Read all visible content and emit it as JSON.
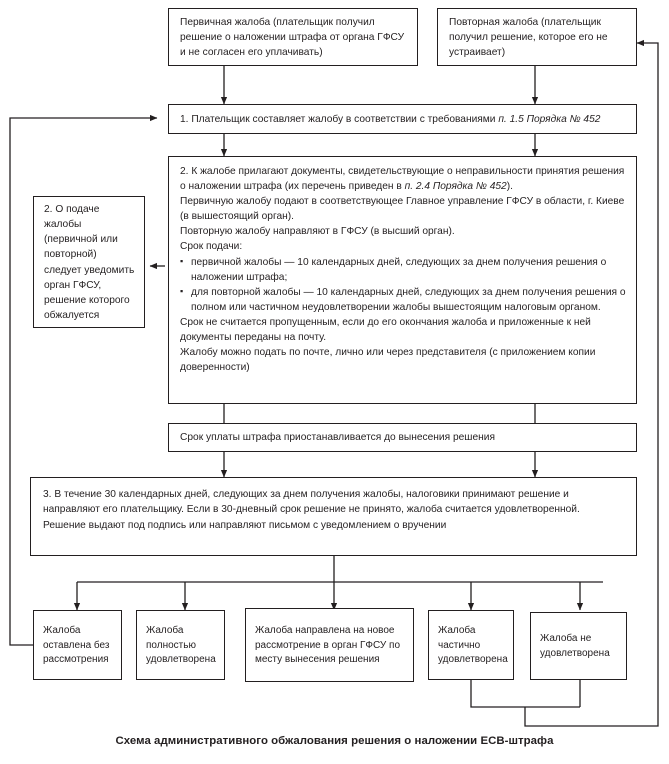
{
  "diagram": {
    "caption": "Схема административного обжалования решения о наложении ЕСВ-штрафа",
    "line_color": "#231f20",
    "text_color": "#231f20",
    "background": "#ffffff"
  },
  "nodes": {
    "primary_complaint": {
      "text": "Первичная жалоба (плательщик получил решение о наложении штрафа от органа ГФСУ и не согласен его уплачивать)"
    },
    "repeat_complaint": {
      "text": "Повторная жалоба (плательщик получил решение, которое его не устраивает)"
    },
    "step1": {
      "text_plain": "1. Плательщик составляет жалобу в соответствии с требованиями ",
      "text_italic": "п. 1.5 Порядка № 452"
    },
    "notify_box": {
      "text": "2. О подаче жалобы (первичной или повторной) следует уведомить орган ГФСУ, решение которого обжалуется"
    },
    "step2": {
      "line1_a": "2. К жалобе прилагают документы, свидетельствующие о неправильности принятия решения о наложении штрафа (их перечень приведен в ",
      "line1_it": "п. 2.4 Порядка № 452",
      "line1_b": ").",
      "line2": "Первичную жалобу подают в соответствующее Главное управление ГФСУ в области, г. Киеве (в вышестоящий орган).",
      "line3": "Повторную жалобу направляют в ГФСУ (в высший орган).",
      "line4": "Срок подачи:",
      "bullet1": "первичной жалобы — 10 календарных дней, следующих за днем получения решения о наложении штрафа;",
      "bullet2": "для повторной жалобы — 10 календарных дней, следующих за днем получения решения о полном или частичном неудовлетворении жалобы вышестоящим налоговым органом.",
      "line5": "Срок не считается пропущенным, если до его окончания жалоба и приложенные к ней документы переданы на почту.",
      "line6": "Жалобу можно подать по почте, лично или через представителя (с приложением копии доверенности)"
    },
    "suspend": {
      "text": "Срок уплаты штрафа приостанавливается до вынесения решения"
    },
    "step3": {
      "line1": "3. В течение 30 календарных дней, следующих за днем получения жалобы, налоговики принимают решение и направляют его плательщику. Если в 30-дневный срок решение не принято, жалоба считается удовлетворенной.",
      "line2": "Решение выдают под подпись или направляют письмом с уведомлением о вручении"
    }
  },
  "outcomes": [
    {
      "id": "left-unconsidered",
      "text": "Жалоба оставлена без рассмотрения"
    },
    {
      "id": "fully-satisfied",
      "text": "Жалоба полностью удовлетворена"
    },
    {
      "id": "sent-for-review",
      "text": "Жалоба направлена на новое рассмотрение в орган ГФСУ по месту вынесения решения"
    },
    {
      "id": "partially-satisfied",
      "text": "Жалоба частично удовлетворена"
    },
    {
      "id": "not-satisfied",
      "text": "Жалоба не удовлетворена"
    }
  ]
}
